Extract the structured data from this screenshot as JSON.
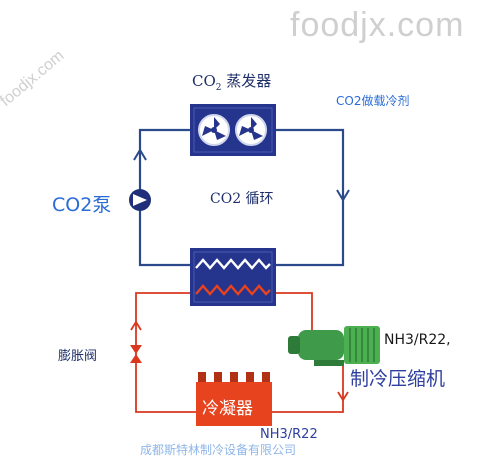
{
  "watermark": {
    "brand": "foodjx.com",
    "side": "foodjx.com"
  },
  "evaporator": {
    "label_prefix": "CO",
    "label_sub": "2",
    "label_suffix": " 蒸发器"
  },
  "refrigerant_note": "CO2做载冷剂",
  "co2_pump": "CO2泵",
  "co2_loop": "CO2 循环",
  "expansion_valve": "膨胀阀",
  "compressor": {
    "refrigerant": "NH3/R22,",
    "name": "制冷压缩机"
  },
  "condenser": {
    "name": "冷凝器",
    "refrigerant": "NH3/R22"
  },
  "footer_text": "成都斯特林制冷设备有限公司",
  "colors": {
    "blue_line": "#2b4a8c",
    "red_line": "#d9381e",
    "label_blue": "#2a6cd6",
    "unit_blue": "#2e3f9e",
    "condenser_red": "#e8431f",
    "compressor_green": "#3f9a4a"
  },
  "icons": [
    "fan-icon",
    "pump-icon",
    "valve-icon",
    "arrow-icon"
  ]
}
